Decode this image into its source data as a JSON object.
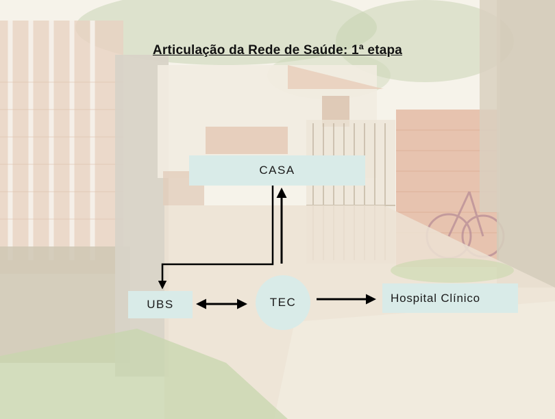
{
  "slide": {
    "title": "Articulação da Rede de Saúde: 1ª etapa"
  },
  "nodes": {
    "casa": "CASA",
    "ubs": "UBS",
    "tec": "TEC",
    "hospital": "Hospital Clínico"
  },
  "colors": {
    "node_fill": "#d9ebe8",
    "arrow": "#000000",
    "background_tint": "#f4f0e6"
  },
  "edges": [
    {
      "from": "TEC",
      "to": "CASA",
      "type": "single-arrow"
    },
    {
      "from": "CASA",
      "to": "UBS",
      "type": "single-arrow"
    },
    {
      "from": "UBS",
      "to": "TEC",
      "type": "double-arrow"
    },
    {
      "from": "TEC",
      "to": "Hospital Clínico",
      "type": "single-arrow"
    }
  ]
}
